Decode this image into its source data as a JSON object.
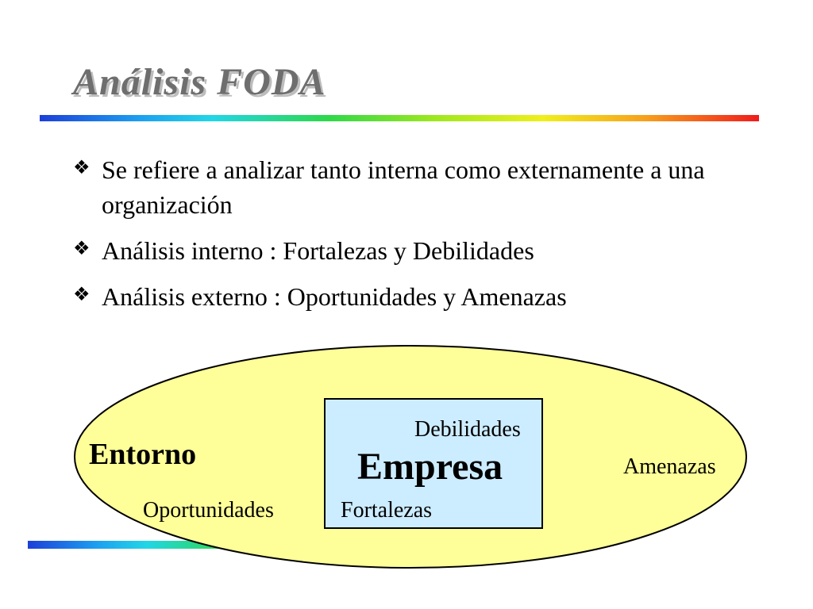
{
  "slide": {
    "title": "Análisis FODA",
    "bullets": [
      "Se refiere a analizar tanto interna como externamente a una organización",
      "Análisis interno : Fortalezas y Debilidades",
      "Análisis externo : Oportunidades y Amenazas"
    ],
    "bullet_icon": "diamond-bullet-icon"
  },
  "diagram": {
    "outer_label": "Entorno",
    "inner_label": "Empresa",
    "internal_weakness": "Debilidades",
    "internal_strength": "Fortalezas",
    "external_threat": "Amenazas",
    "external_opportunity": "Oportunidades",
    "colors": {
      "ellipse_fill": "#ffff99",
      "box_fill": "#ccecff",
      "stroke": "#000000"
    }
  }
}
